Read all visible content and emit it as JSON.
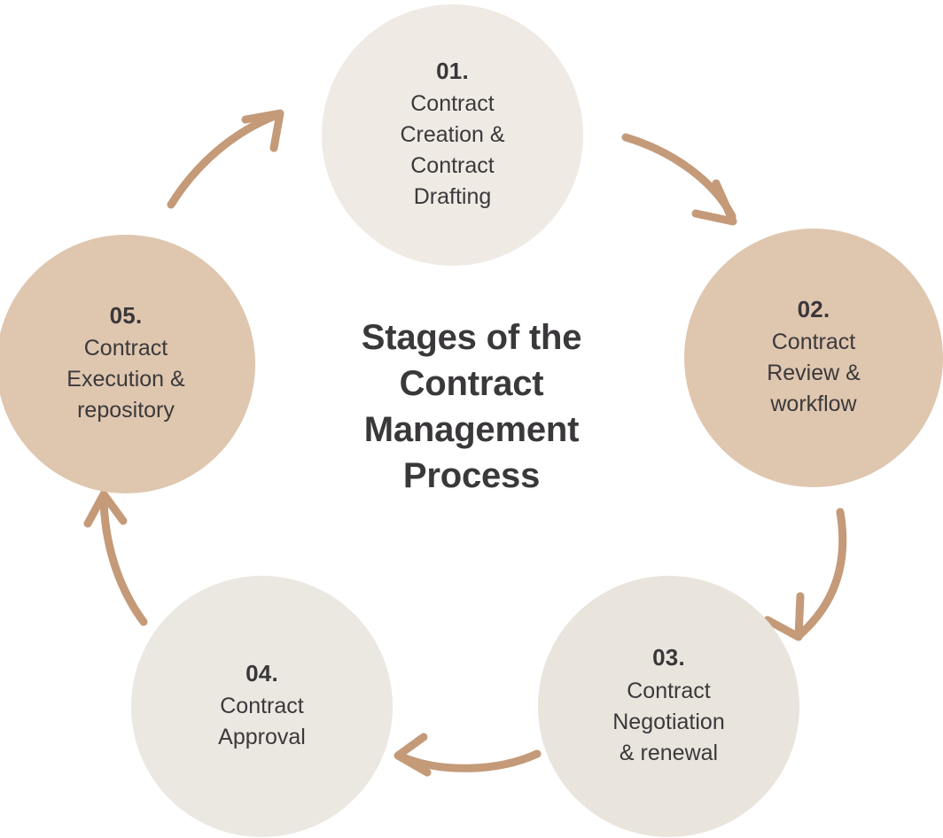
{
  "title": "Stages of the\nContract\nManagement\nProcess",
  "colors": {
    "background": "#ffffff",
    "circle_light": "#EDE8E1",
    "circle_light_alt": "#E9E4DC",
    "circle_dark": "#DFC6AF",
    "arrow": "#C49A78",
    "text": "#3b393b"
  },
  "stages": [
    {
      "number": "01.",
      "label": "Contract\nCreation &\nContract\nDrafting",
      "fill": "#EFEAE3"
    },
    {
      "number": "02.",
      "label": "Contract\nReview &\nworkflow",
      "fill": "#DFC6AF"
    },
    {
      "number": "03.",
      "label": "Contract\nNegotiation\n& renewal",
      "fill": "#E9E4DC"
    },
    {
      "number": "04.",
      "label": "Contract\nApproval",
      "fill": "#EBE7E1"
    },
    {
      "number": "05.",
      "label": "Contract\nExecution &\nrepository",
      "fill": "#DFC6AF"
    }
  ],
  "arrows": [
    {
      "name": "arrow-01-to-02",
      "from": "01",
      "to": "02",
      "direction": "down-right"
    },
    {
      "name": "arrow-02-to-03",
      "from": "02",
      "to": "03",
      "direction": "down"
    },
    {
      "name": "arrow-03-to-04",
      "from": "03",
      "to": "04",
      "direction": "left"
    },
    {
      "name": "arrow-04-to-05",
      "from": "04",
      "to": "05",
      "direction": "up"
    },
    {
      "name": "arrow-05-to-01",
      "from": "05",
      "to": "01",
      "direction": "up-right"
    }
  ],
  "chart_data": {
    "type": "diagram",
    "subtype": "cycle",
    "title": "Stages of the Contract Management Process",
    "node_count": 5,
    "categories": [
      "01.",
      "02.",
      "03.",
      "04.",
      "05."
    ],
    "values": [
      "Contract Creation & Contract Drafting",
      "Contract Review & workflow",
      "Contract Negotiation & renewal",
      "Contract Approval",
      "Contract Execution & repository"
    ],
    "flow": "01 -> 02 -> 03 -> 04 -> 05 -> 01",
    "legend": "none",
    "grid": false
  }
}
